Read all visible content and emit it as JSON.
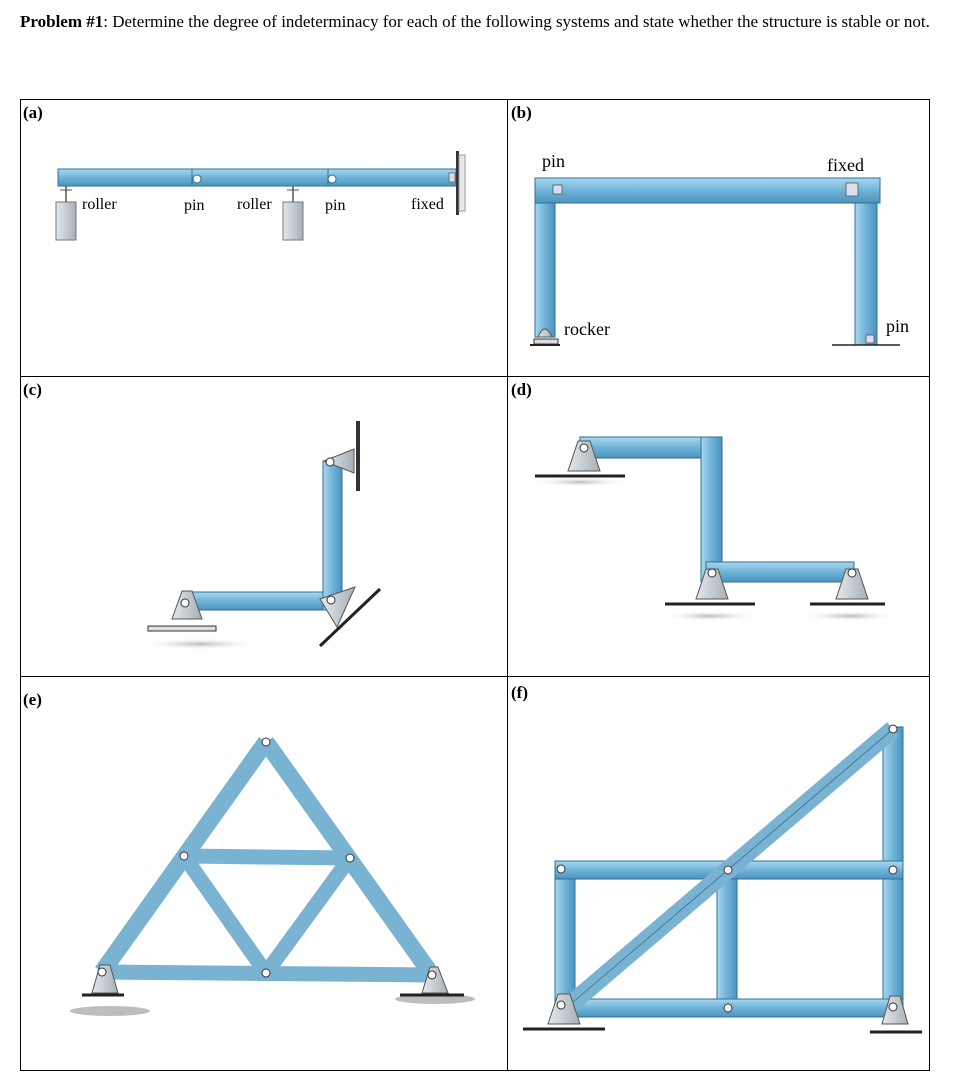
{
  "problem": {
    "title": "Problem #1",
    "text": ": Determine the degree of indeterminacy for each of the following systems and state whether the structure is stable or not."
  },
  "panels": {
    "a": {
      "label": "(a)",
      "supports": [
        "roller",
        "pin",
        "roller",
        "pin",
        "fixed"
      ]
    },
    "b": {
      "label": "(b)",
      "supports": [
        "pin",
        "fixed",
        "rocker",
        "pin"
      ]
    },
    "c": {
      "label": "(c)"
    },
    "d": {
      "label": "(d)"
    },
    "e": {
      "label": "(e)"
    },
    "f": {
      "label": "(f)"
    }
  },
  "colors": {
    "member_fill": "#7fbfe0",
    "member_edge": "#2f6f95",
    "support_fill": "#c8ced3",
    "ground": "#222222"
  }
}
